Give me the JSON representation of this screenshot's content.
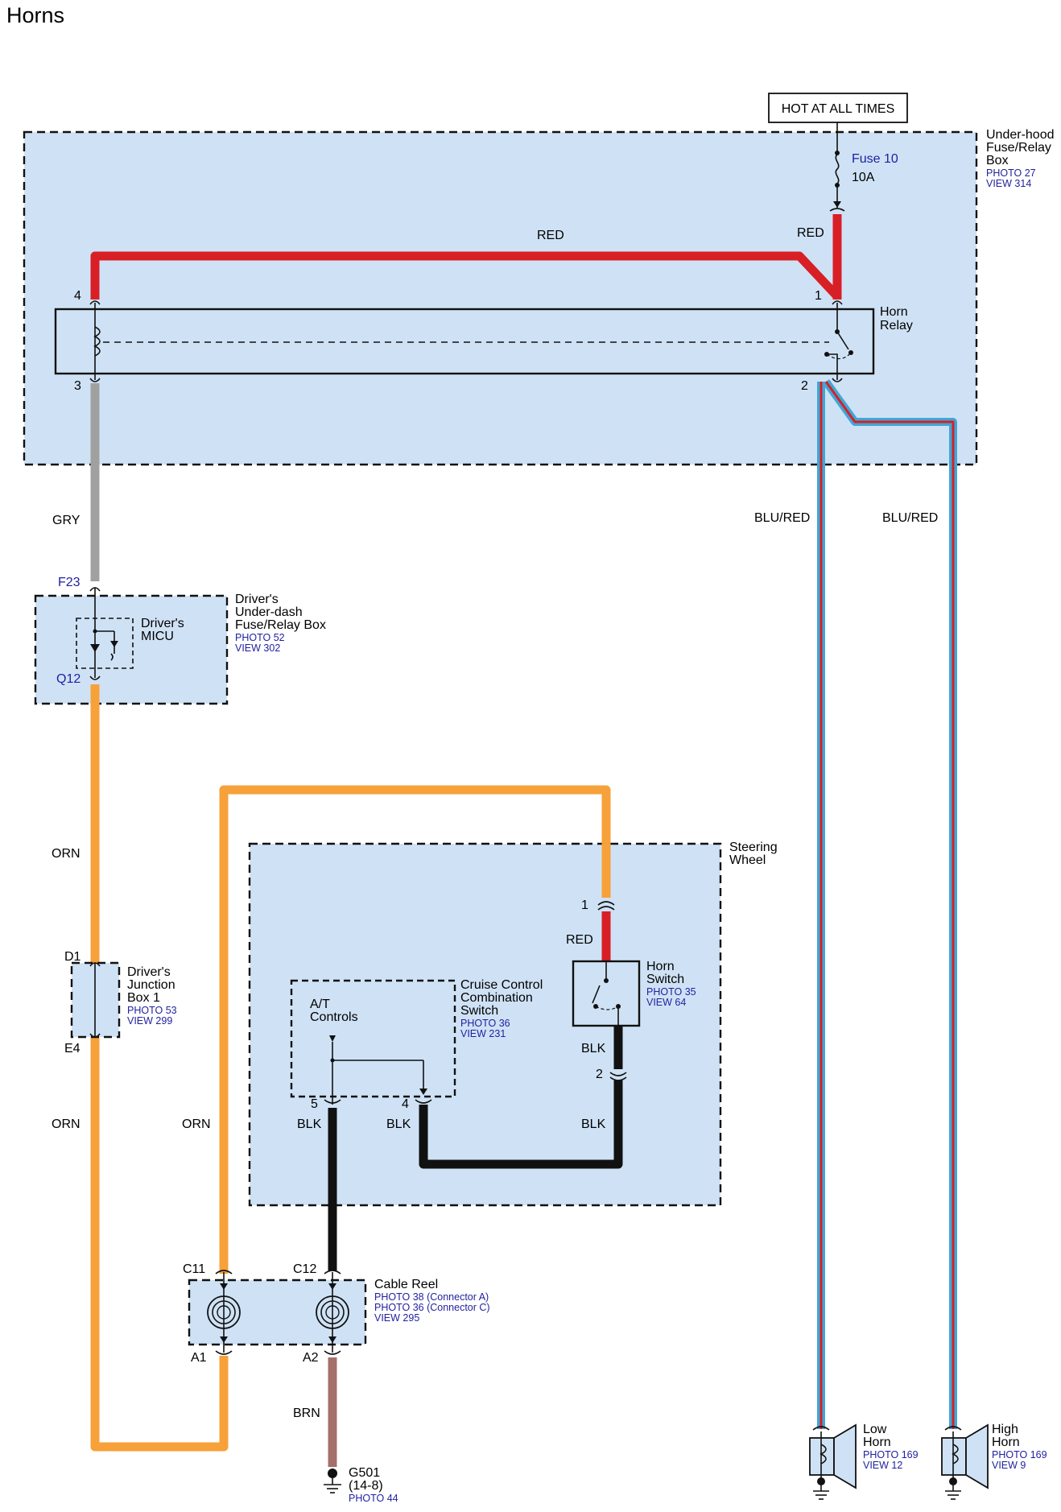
{
  "title": "Horns",
  "power_label": "HOT AT ALL TIMES",
  "underhood": {
    "name": [
      "Under-hood",
      "Fuse/Relay",
      "Box"
    ],
    "refs": [
      "PHOTO 27",
      "VIEW 314"
    ]
  },
  "fuse": {
    "name": "Fuse 10",
    "rating": "10A"
  },
  "horn_relay": {
    "name": [
      "Horn",
      "Relay"
    ],
    "pins": {
      "p1": "1",
      "p2": "2",
      "p3": "3",
      "p4": "4"
    }
  },
  "wires": {
    "red_top": "RED",
    "red_fuse": "RED",
    "gry": "GRY",
    "blu_red_1": "BLU/RED",
    "blu_red_2": "BLU/RED",
    "orn_1": "ORN",
    "orn_2": "ORN",
    "orn_3": "ORN",
    "red_switch": "RED",
    "blk_switch": "BLK",
    "blk_5": "BLK",
    "blk_4": "BLK",
    "blk_2": "BLK",
    "brn": "BRN"
  },
  "micu_box": {
    "name": [
      "Driver's",
      "Under-dash",
      "Fuse/Relay Box"
    ],
    "refs": [
      "PHOTO 52",
      "VIEW 302"
    ],
    "pin_top": "F23",
    "pin_bottom": "Q12"
  },
  "micu": {
    "name": [
      "Driver's",
      "MICU"
    ]
  },
  "junction": {
    "name": [
      "Driver's",
      "Junction",
      "Box 1"
    ],
    "refs": [
      "PHOTO 53",
      "VIEW 299"
    ],
    "pin_top": "D1",
    "pin_bottom": "E4"
  },
  "steering": {
    "name": [
      "Steering",
      "Wheel"
    ]
  },
  "horn_switch": {
    "name": [
      "Horn",
      "Switch"
    ],
    "refs": [
      "PHOTO 35",
      "VIEW 64"
    ],
    "pin_top": "1",
    "pin_bottom": "2"
  },
  "cruise": {
    "name": [
      "Cruise Control",
      "Combination",
      "Switch"
    ],
    "refs": [
      "PHOTO 36",
      "VIEW 231"
    ],
    "at_controls": [
      "A/T",
      "Controls"
    ],
    "pin_5": "5",
    "pin_4": "4"
  },
  "cable_reel": {
    "name": "Cable Reel",
    "refs": [
      "PHOTO 38 (Connector A)",
      "PHOTO 36 (Connector C)",
      "VIEW 295"
    ],
    "pins": {
      "c11": "C11",
      "c12": "C12",
      "a1": "A1",
      "a2": "A2"
    }
  },
  "ground": {
    "name": "G501",
    "sub": "(14-8)",
    "ref": "PHOTO 44"
  },
  "low_horn": {
    "name": [
      "Low",
      "Horn"
    ],
    "refs": [
      "PHOTO 169",
      "VIEW 12"
    ]
  },
  "high_horn": {
    "name": [
      "High",
      "Horn"
    ],
    "refs": [
      "PHOTO 169",
      "VIEW 9"
    ]
  },
  "colors": {
    "red": "#d81f26",
    "gray": "#a0a0a0",
    "orange": "#f7a13a",
    "black": "#111111",
    "blue": "#3fa7d6",
    "brown": "#a4706a",
    "box_fill": "#cfe2f5",
    "link_blue": "#1f1f9f"
  }
}
